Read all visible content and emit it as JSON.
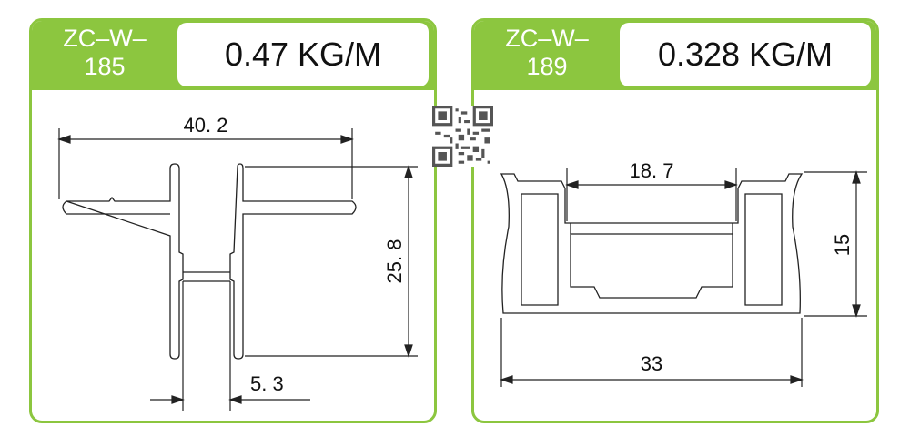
{
  "cards": [
    {
      "code_line1": "ZC–W–",
      "code_line2": "185",
      "weight": "0.47 KG/M",
      "dimensions": {
        "width": "40. 2",
        "height": "25. 8",
        "stem": "5. 3"
      }
    },
    {
      "code_line1": "ZC–W–",
      "code_line2": "189",
      "weight": "0.328 KG/M",
      "dimensions": {
        "top_opening": "18. 7",
        "height": "15",
        "width": "33"
      }
    }
  ],
  "colors": {
    "accent": "#8cc63f",
    "line": "#222222"
  },
  "icons": {
    "qr": "qr-code-icon"
  }
}
